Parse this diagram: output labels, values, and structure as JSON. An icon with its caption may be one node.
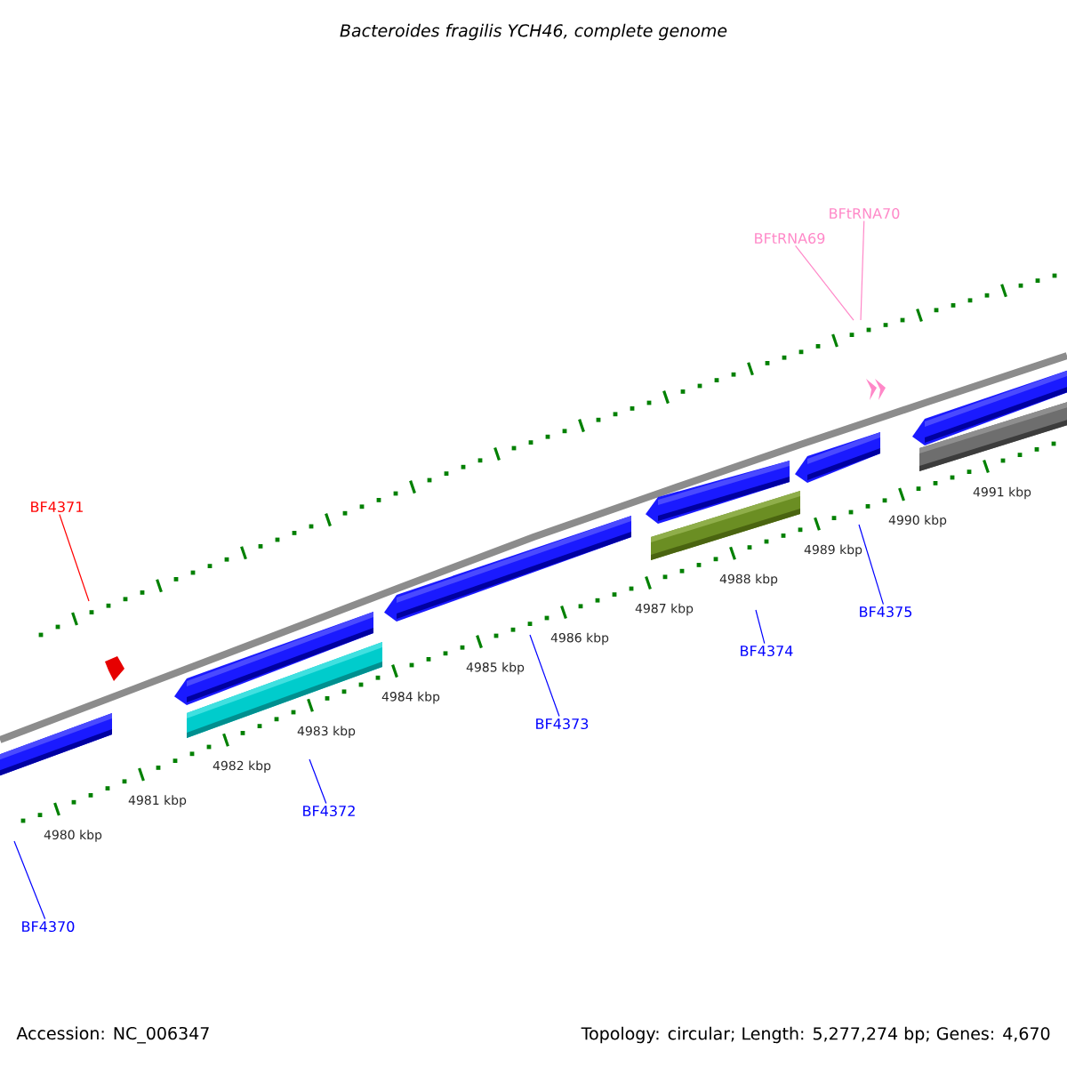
{
  "diagram": {
    "title": "Bacteroides fragilis YCH46, complete genome",
    "nodes": [
      {
        "text": [
          "BF4371"
        ]
      },
      {
        "text": [
          "BF4370"
        ]
      },
      {
        "text": [
          "BF4372"
        ]
      },
      {
        "text": [
          "BF4373"
        ]
      },
      {
        "text": [
          "BF4374"
        ]
      },
      {
        "text": [
          "BF4375"
        ]
      },
      {
        "text": [
          "BFtRNA69"
        ]
      },
      {
        "text": [
          "BFtRNA70"
        ]
      }
    ],
    "edges": [
      {
        "from": 0,
        "to": null,
        "arrow": "none",
        "color": "#ff0000"
      },
      {
        "from": 1,
        "to": null,
        "arrow": "none"
      },
      {
        "from": 2,
        "to": null,
        "arrow": "none"
      },
      {
        "from": 3,
        "to": null,
        "arrow": "none"
      },
      {
        "from": 4,
        "to": null,
        "arrow": "none"
      },
      {
        "from": 5,
        "to": null,
        "arrow": "none"
      },
      {
        "from": 6,
        "to": null,
        "arrow": "none",
        "color": "#ff88c8"
      },
      {
        "from": 7,
        "to": null,
        "arrow": "none",
        "color": "#ff88c8"
      }
    ],
    "labels": [
      "4980 kbp",
      "4981 kbp",
      "4982 kbp",
      "4983 kbp",
      "4984 kbp",
      "4985 kbp",
      "4986 kbp",
      "4987 kbp",
      "4988 kbp",
      "4989 kbp",
      "4990 kbp",
      "4991 kbp",
      "Accession: NC_006347",
      "Topology: circular; Length: 5,277,274 bp; Genes: 4,670"
    ]
  }
}
